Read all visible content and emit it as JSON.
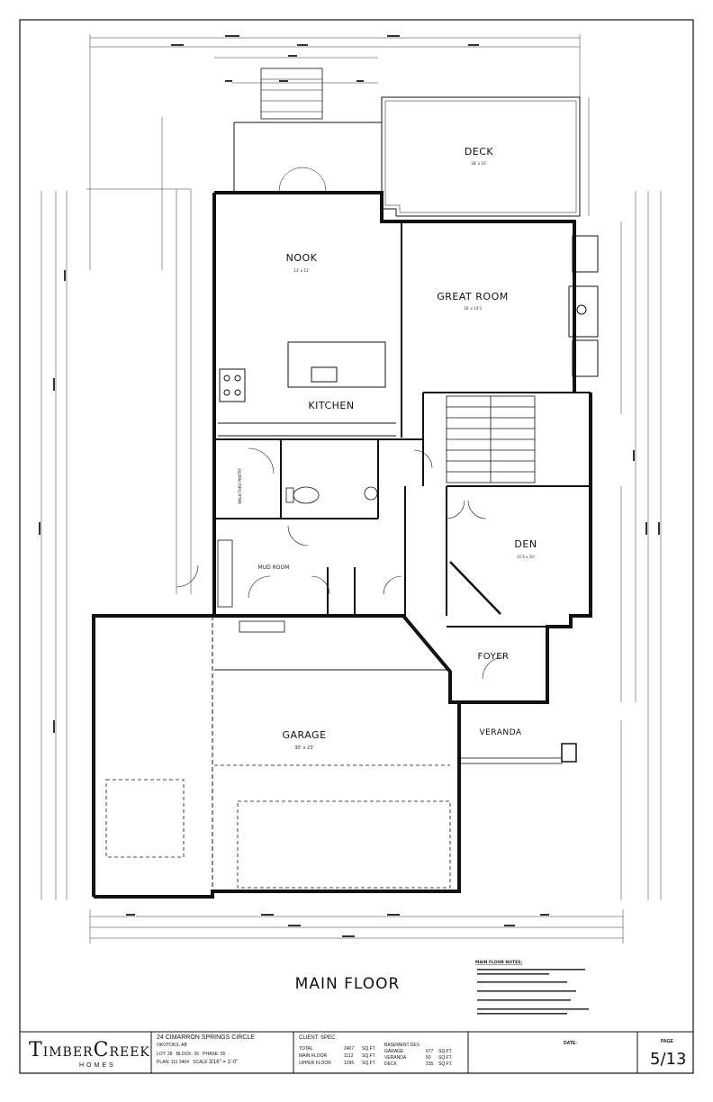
{
  "drawing_title": "MAIN FLOOR",
  "rooms": {
    "deck": {
      "name": "DECK",
      "size": "18' x 10'"
    },
    "nook": {
      "name": "NOOK",
      "size": "13' x 11'"
    },
    "great_room": {
      "name": "GREAT ROOM",
      "size": "16' x 14'3"
    },
    "kitchen": {
      "name": "KITCHEN"
    },
    "walk_thru_pantry": {
      "name": "WALK-THRU PANTRY"
    },
    "den": {
      "name": "DEN",
      "size": "11'4 x 10'"
    },
    "mud_room": {
      "name": "MUD ROOM"
    },
    "foyer": {
      "name": "FOYER"
    },
    "garage": {
      "name": "GARAGE",
      "size": "30' x 23'"
    },
    "veranda": {
      "name": "VERANDA"
    }
  },
  "title_block": {
    "logo_top_left": "T",
    "logo_top_1": "IMBER",
    "logo_top_c": "C",
    "logo_top_2": "REEK",
    "logo_bottom": "HOMES",
    "address": "24 CIMARRON SPRINGS CIRCLE",
    "city": "OKOTOKS, AB",
    "lot_label": "LOT:",
    "lot": "28",
    "block_label": "BLOCK:",
    "block": "36",
    "phase_label": "PHASE:",
    "phase": "55",
    "plan_label": "PLAN:",
    "plan": "111 3464",
    "scale_label": "SCALE",
    "scale": "3/16\" = 1'-0\"",
    "client_label": "CLIENT:",
    "client": "SPEC",
    "areas": [
      {
        "label": "TOTAL",
        "value": "2407",
        "unit": "SQ.FT."
      },
      {
        "label": "MAIN FLOOR",
        "value": "1112",
        "unit": "SQ.FT."
      },
      {
        "label": "UPPER FLOOR",
        "value": "1295",
        "unit": "SQ.FT."
      }
    ],
    "areas2": [
      {
        "label": "BASEMENT DEV.",
        "value": "",
        "unit": ""
      },
      {
        "label": "GARAGE",
        "value": "677",
        "unit": "SQ.FT."
      },
      {
        "label": "VERANDA",
        "value": "50",
        "unit": "SQ.FT."
      },
      {
        "label": "DECK",
        "value": "235",
        "unit": "SQ.FT."
      }
    ],
    "date_label": "DATE:",
    "page_label": "PAGE",
    "page": "5/13"
  },
  "notes_title": "MAIN FLOOR NOTES:"
}
